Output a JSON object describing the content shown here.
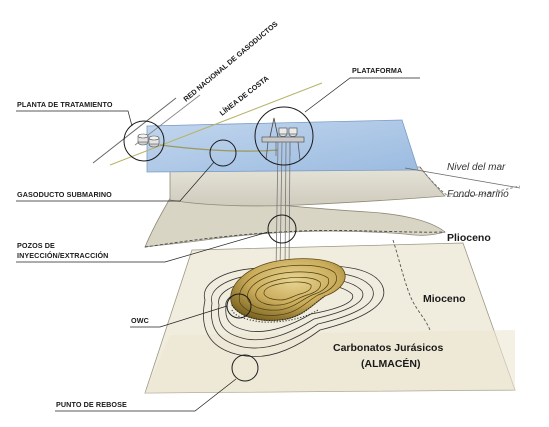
{
  "labels": {
    "planta": "PLANTA DE TRATAMIENTO",
    "red": "RED NACIONAL DE GASODUCTOS",
    "linea": "LÍNEA DE COSTA",
    "plataforma": "PLATAFORMA",
    "gasoducto": "GASODUCTO SUBMARINO",
    "pozos_1": "POZOS DE",
    "pozos_2": "INYECCIÓN/EXTRACCIÓN",
    "owc": "OWC",
    "rebose": "PUNTO DE REBOSE"
  },
  "layers": {
    "nivel_mar": "Nivel del mar",
    "fondo_marino": "Fondo marino",
    "plioceno": "Plioceno",
    "mioceno": "Mioceno",
    "carbonatos": "Carbonatos Jurásicos",
    "almacen": "(ALMACÉN)"
  },
  "colors": {
    "sea": "#a9c6e6",
    "seabed": "#d9d6cb",
    "plioceno": "#e4e1d2",
    "mioceno": "#f1eddd",
    "dome_dark": "#8c7428",
    "dome_light": "#d9c380",
    "pipeline": "#9a9a5a"
  }
}
